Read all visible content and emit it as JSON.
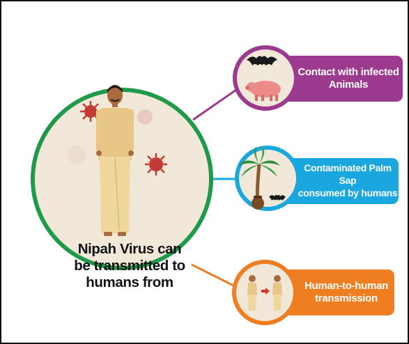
{
  "main": {
    "caption_lines": [
      "Nipah Virus can",
      "be transmitted to",
      "humans from"
    ]
  },
  "routes": [
    {
      "id": "animals",
      "icons": [
        "bat-icon",
        "pig-icon"
      ],
      "label_lines": [
        "Contact with infected",
        "Animals"
      ],
      "color": "#9b3a8e"
    },
    {
      "id": "palm-sap",
      "icons": [
        "palm-tree-icon",
        "bat-icon",
        "sap-pot-icon"
      ],
      "label_lines": [
        "Contaminated Palm Sap",
        "consumed by humans"
      ],
      "color": "#1aa6de"
    },
    {
      "id": "human",
      "icons": [
        "person-icon",
        "arrow-icon",
        "person-icon"
      ],
      "label_lines": [
        "Human-to-human",
        "transmission"
      ],
      "color": "#ef7d22"
    }
  ],
  "colors": {
    "main_ring": "#1f9a4a",
    "main_fill": "#f1e8da",
    "virus": "#c43a34"
  }
}
